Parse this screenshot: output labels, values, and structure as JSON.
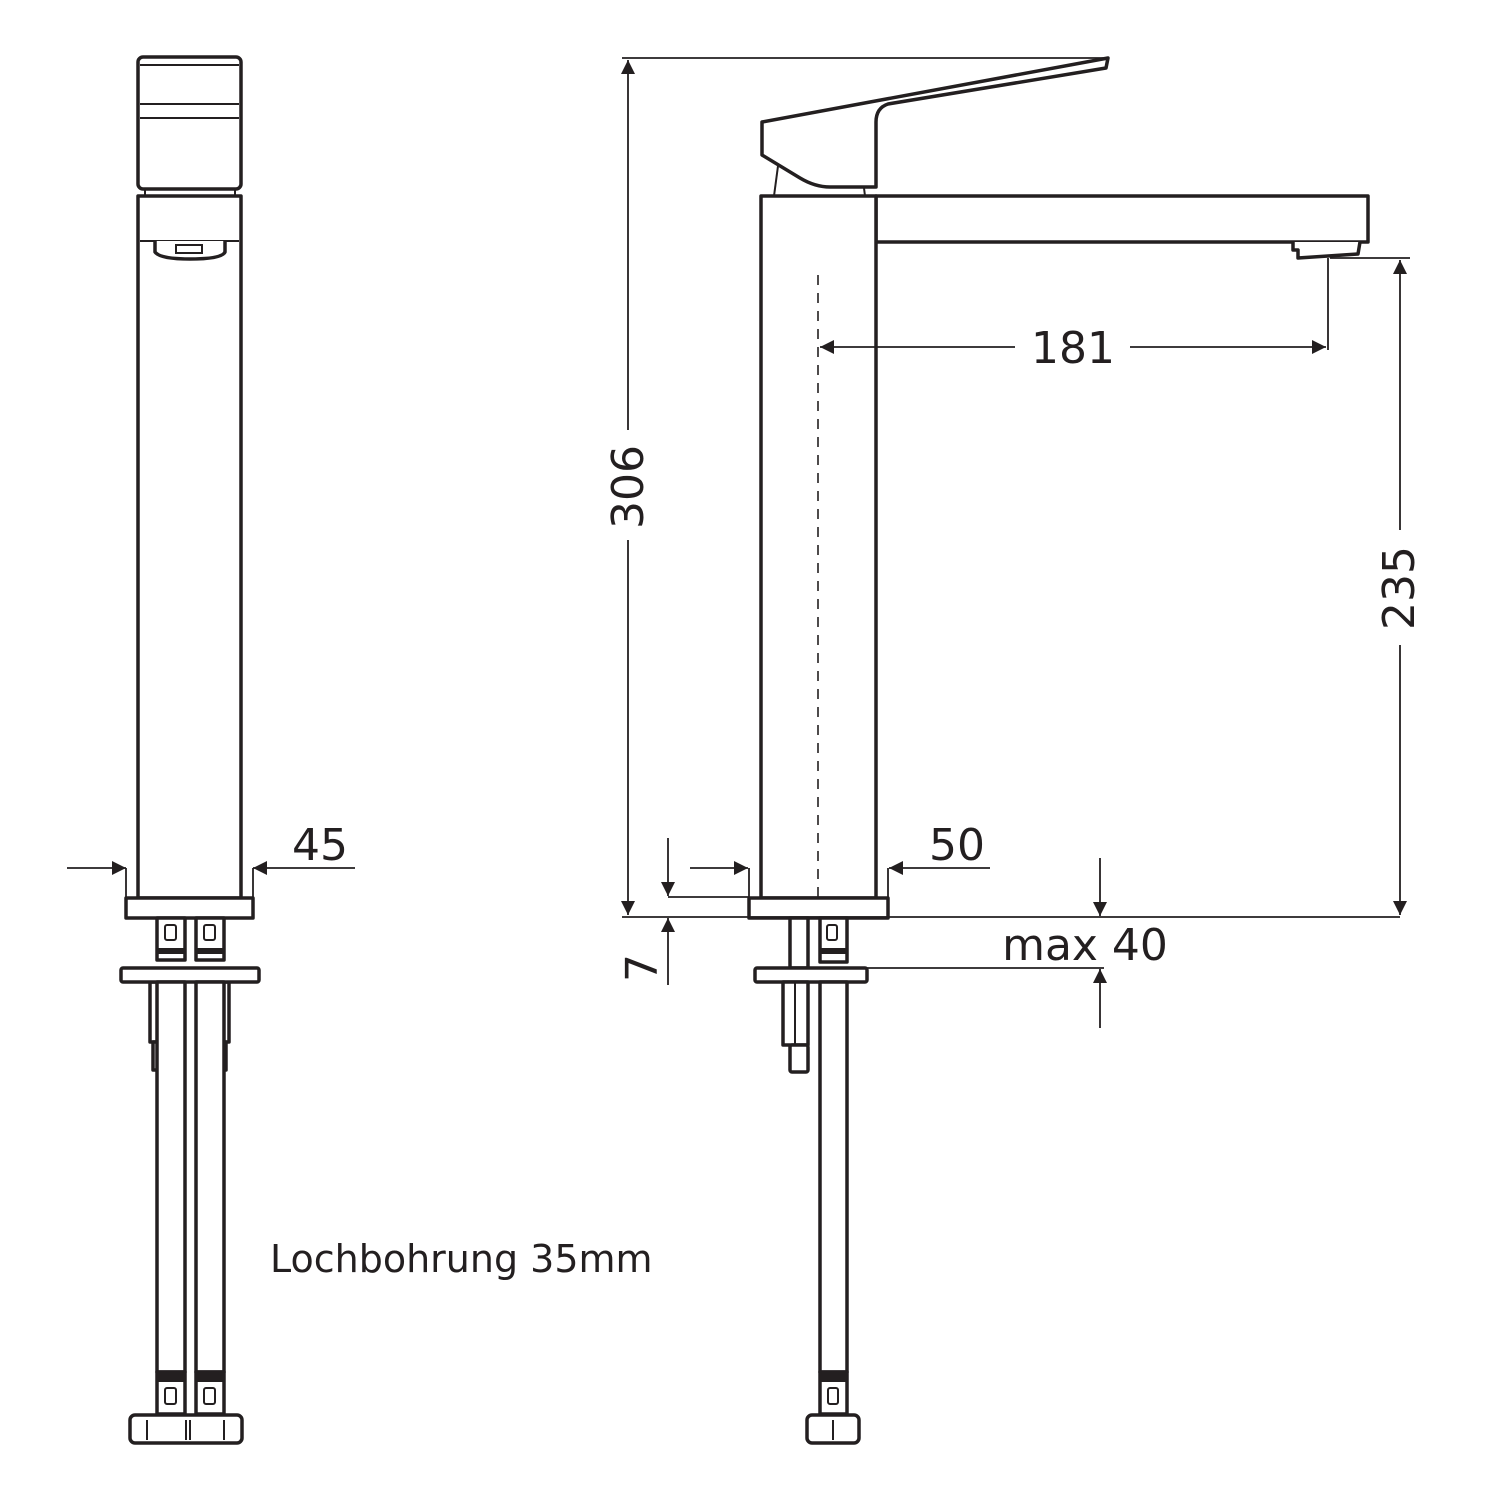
{
  "drawing": {
    "front_view": {
      "width_dim": "45"
    },
    "side_view": {
      "total_height_dim": "306",
      "spout_reach_dim": "181",
      "spout_height_dim": "235",
      "base_width_dim": "50",
      "base_height_dim": "7",
      "counter_thickness_dim": "max 40"
    },
    "note": "Lochbohrung 35mm",
    "line_color": "#231f20"
  }
}
